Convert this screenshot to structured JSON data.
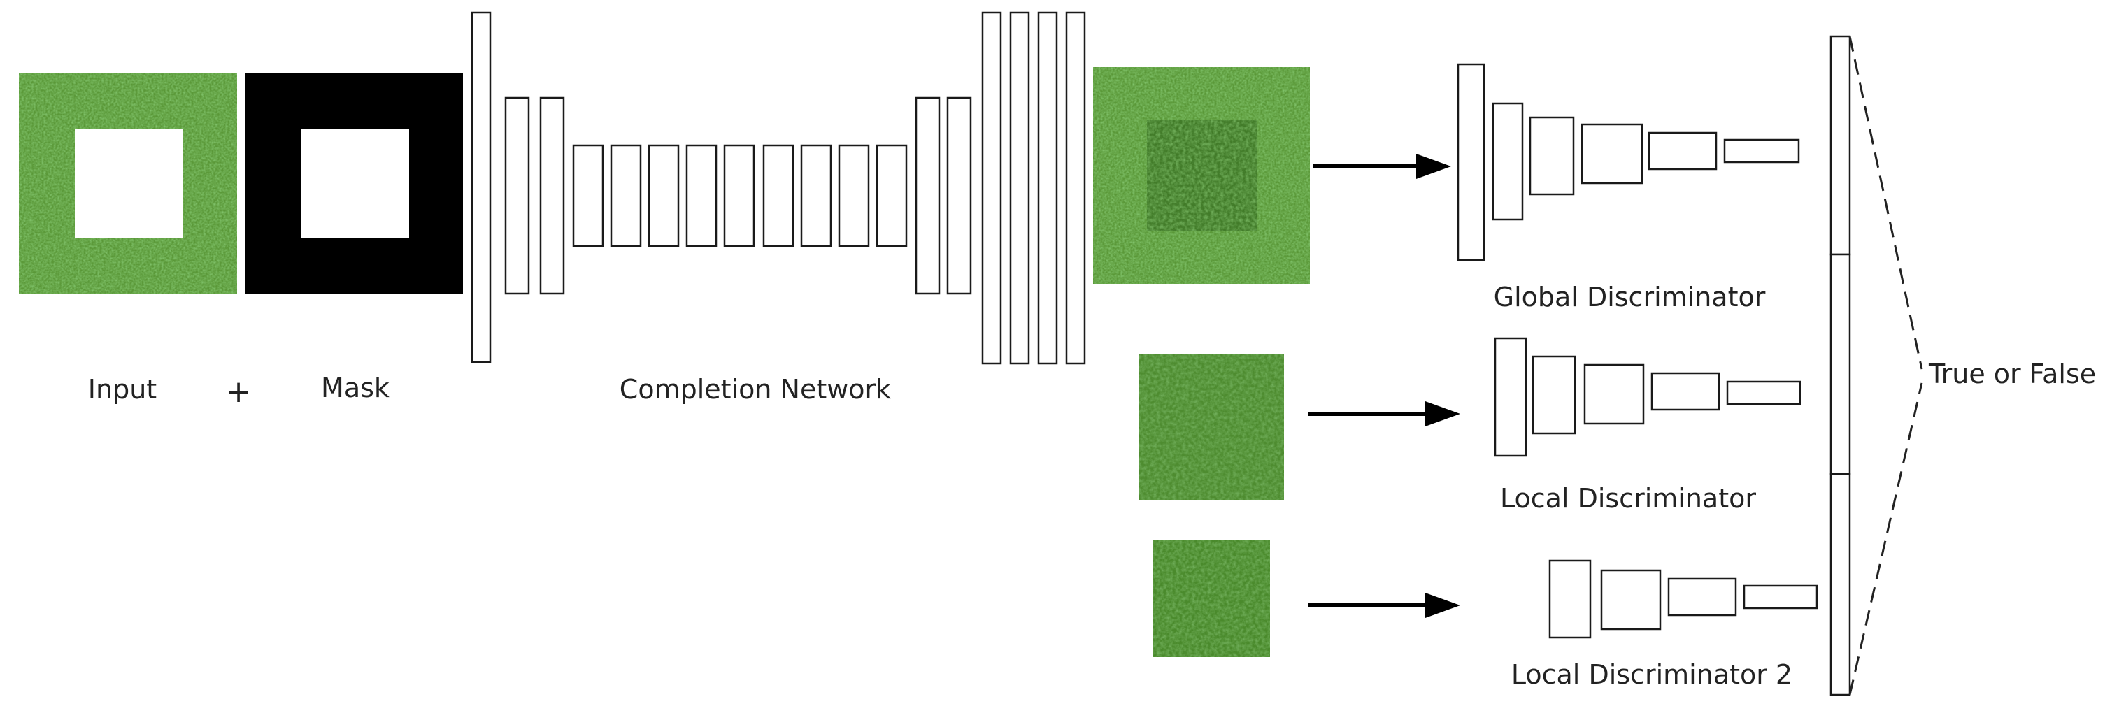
{
  "labels": {
    "input": "Input",
    "plus": "+",
    "mask": "Mask",
    "completion_network": "Completion Network",
    "global_discriminator": "Global Discriminator",
    "local_discriminator": "Local Discriminator",
    "local_discriminator_2": "Local Discriminator 2",
    "output": "True or False"
  },
  "colors": {
    "grass_light": "#5e9a3a",
    "grass_dark": "#2f6a1e",
    "mask_fill": "#000000",
    "hole_fill": "#ffffff",
    "layer_stroke": "#1a1a1a"
  }
}
